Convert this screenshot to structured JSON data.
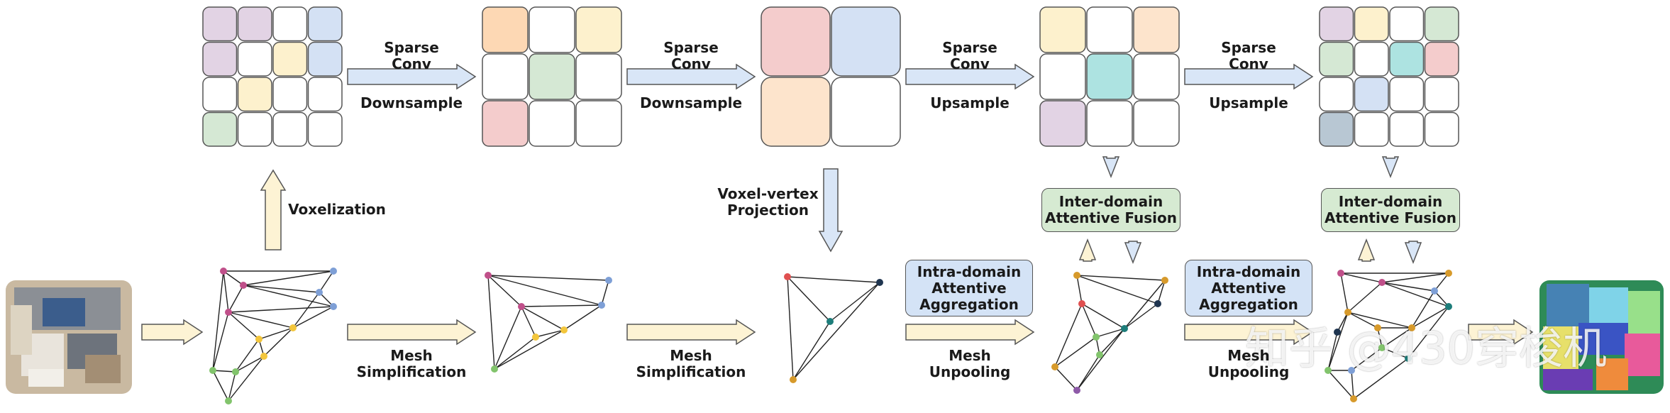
{
  "labels": {
    "sparse_conv": "Sparse\nConv",
    "downsample": "Downsample",
    "upsample": "Upsample",
    "voxelization": "Voxelization",
    "voxel_vertex_projection": "Voxel-vertex\nProjection",
    "mesh_simplification": "Mesh\nSimplification",
    "mesh_unpooling": "Mesh\nUnpooling",
    "inter_domain_fusion": "Inter-domain\nAttentive Fusion",
    "intra_domain_aggregation": "Intra-domain\nAttentive\nAggregation"
  },
  "watermark": "知乎 @430穿梭机",
  "colors": {
    "pink": "#f4cccc",
    "purple": "#e2d3e4",
    "blue": "#d4e1f4",
    "yellow": "#fdf1cd",
    "green": "#d5e8d4",
    "orange": "#fdd8b4",
    "peach": "#fde4cc",
    "teal": "#ade3e1",
    "slate": "#b8c7d3",
    "arrow_blue": "#d9e6f7",
    "arrow_yellow": "#fdf3d4",
    "fusion_green": "#d6ead2",
    "agg_blue": "#d4e3f6"
  },
  "grids": [
    {
      "id": "grid-1",
      "rows": 4,
      "cols": 4,
      "cells": [
        "purple",
        "purple",
        "white",
        "blue",
        "purple",
        "white",
        "yellow",
        "blue",
        "white",
        "yellow",
        "white",
        "white",
        "green",
        "white",
        "white",
        "white"
      ]
    },
    {
      "id": "grid-2",
      "rows": 3,
      "cols": 3,
      "cells": [
        "orange",
        "white",
        "yellow",
        "white",
        "green",
        "white",
        "pink",
        "white",
        "white"
      ]
    },
    {
      "id": "grid-3",
      "rows": 2,
      "cols": 2,
      "cells": [
        "pink",
        "blue",
        "peach",
        "white"
      ]
    },
    {
      "id": "grid-4",
      "rows": 3,
      "cols": 3,
      "cells": [
        "yellow",
        "white",
        "peach",
        "white",
        "teal",
        "white",
        "purple",
        "white",
        "white"
      ]
    },
    {
      "id": "grid-5",
      "rows": 4,
      "cols": 4,
      "cells": [
        "purple",
        "yellow",
        "white",
        "green",
        "green",
        "white",
        "teal",
        "pink",
        "white",
        "blue",
        "white",
        "white",
        "slate",
        "white",
        "white",
        "white"
      ]
    }
  ]
}
